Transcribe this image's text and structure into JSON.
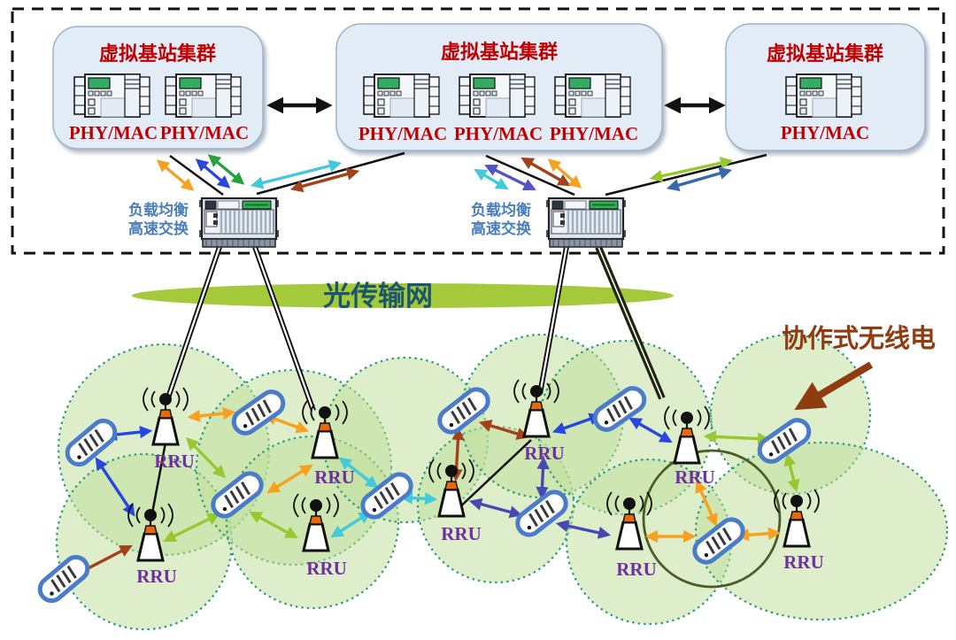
{
  "bbu_pool": {
    "clusters": [
      {
        "title": "虚拟基站集群",
        "servers": [
          "PHY/MAC",
          "PHY/MAC"
        ]
      },
      {
        "title": "虚拟基站集群",
        "servers": [
          "PHY/MAC",
          "PHY/MAC",
          "PHY/MAC"
        ]
      },
      {
        "title": "虚拟基站集群",
        "servers": [
          "PHY/MAC"
        ]
      }
    ],
    "switches": [
      {
        "line1": "负载均衡",
        "line2": "高速交换"
      },
      {
        "line1": "负载均衡",
        "line2": "高速交换"
      }
    ]
  },
  "optical_network": {
    "label": "光传输网"
  },
  "radio_access": {
    "annotation": "协作式无线电",
    "rru_labels": [
      "RRU",
      "RRU",
      "RRU",
      "RRU",
      "RRU",
      "RRU",
      "RRU",
      "RRU",
      "RRU"
    ]
  },
  "colors": {
    "cluster_title_red": "#c00000",
    "phy_mac_red": "#c00000",
    "switch_label_blue": "#4a7ebb",
    "optical_green": "#a4c93b",
    "optical_text": "#1b566b",
    "coop_brown": "#8f3c10",
    "rru_purple": "#7030a0",
    "cell_fill": "#bede97",
    "cell_border": "#2e9c7c",
    "cluster_box_fill": "#e1ecf7",
    "arrow_orange": "#f7a11f",
    "arrow_blue": "#2747e0",
    "arrow_green": "#28a13c",
    "arrow_cyan": "#41c9dc",
    "arrow_brown": "#a3411a",
    "arrow_navy": "#4848b2",
    "arrow_chartreuse": "#97c832",
    "arrow_steel": "#3a66ad"
  }
}
